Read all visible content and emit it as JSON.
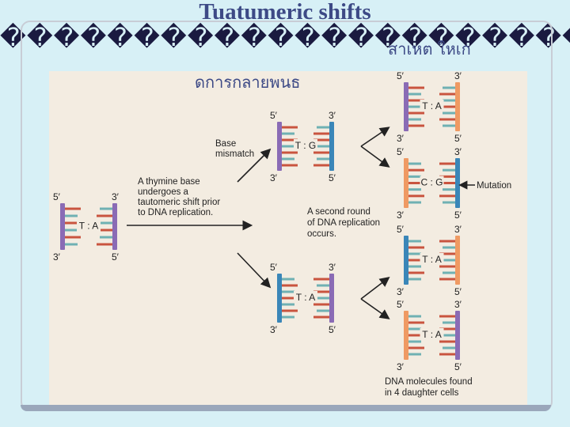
{
  "slide": {
    "title": "Tuatumeric shifts",
    "garbled_line": "����������������������",
    "thai_right": "สาเหต ใหเก",
    "thai_left": "ดการกลายพนธ"
  },
  "figure": {
    "prime_5": "5′",
    "prime_3": "3′",
    "pair_TA": "T : A",
    "pair_TG": "T : G",
    "pair_CG": "C : G",
    "base_mismatch_1": "Base",
    "base_mismatch_2": "mismatch",
    "thymine_text": [
      "A thymine base",
      "undergoes a",
      "tautomeric shift prior",
      "to DNA replication."
    ],
    "second_round_text": [
      "A second round",
      "of DNA replication",
      "occurs."
    ],
    "mutation_label": "Mutation",
    "dna_found_text": [
      "DNA molecules found",
      "in 4 daughter cells"
    ]
  },
  "colors": {
    "background": "#d7f0f6",
    "figure_bg": "#f3ece1",
    "purple_strand": "#8a6bb5",
    "blue_strand": "#3a86b8",
    "orange_strand": "#ef9a63",
    "red_base": "#c9543f",
    "teal_base": "#6fb1b3"
  }
}
